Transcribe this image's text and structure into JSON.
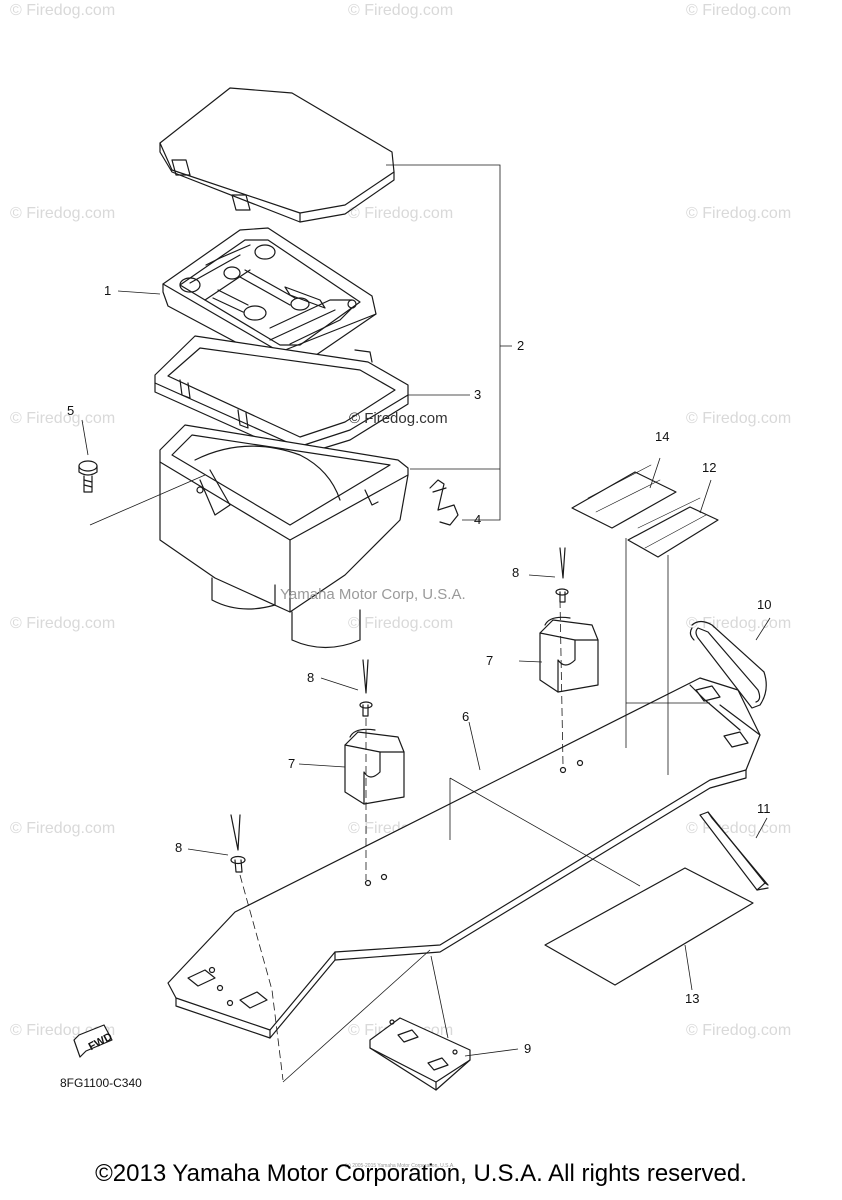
{
  "watermarks": [
    "© Firedog.com"
  ],
  "inline_watermarks": {
    "firedog": "© Firedog.com",
    "yamaha": "Yamaha Motor Corp, U.S.A."
  },
  "callouts": {
    "c1": "1",
    "c2": "2",
    "c3": "3",
    "c4": "4",
    "c5": "5",
    "c6": "6",
    "c7a": "7",
    "c7b": "7",
    "c8a": "8",
    "c8b": "8",
    "c8c": "8",
    "c9": "9",
    "c10": "10",
    "c11": "11",
    "c12": "12",
    "c13": "13",
    "c14": "14"
  },
  "diagram_code": "8FG1100-C340",
  "fwd_label": "FWD",
  "small_copyright": "(c) 2005-2015 Yamaha Motor Corporation, U.S.A.",
  "footer": "©2013 Yamaha Motor Corporation, U.S.A. All rights reserved.",
  "colors": {
    "line": "#1a1a1a",
    "watermark": "#d9d9d9"
  }
}
